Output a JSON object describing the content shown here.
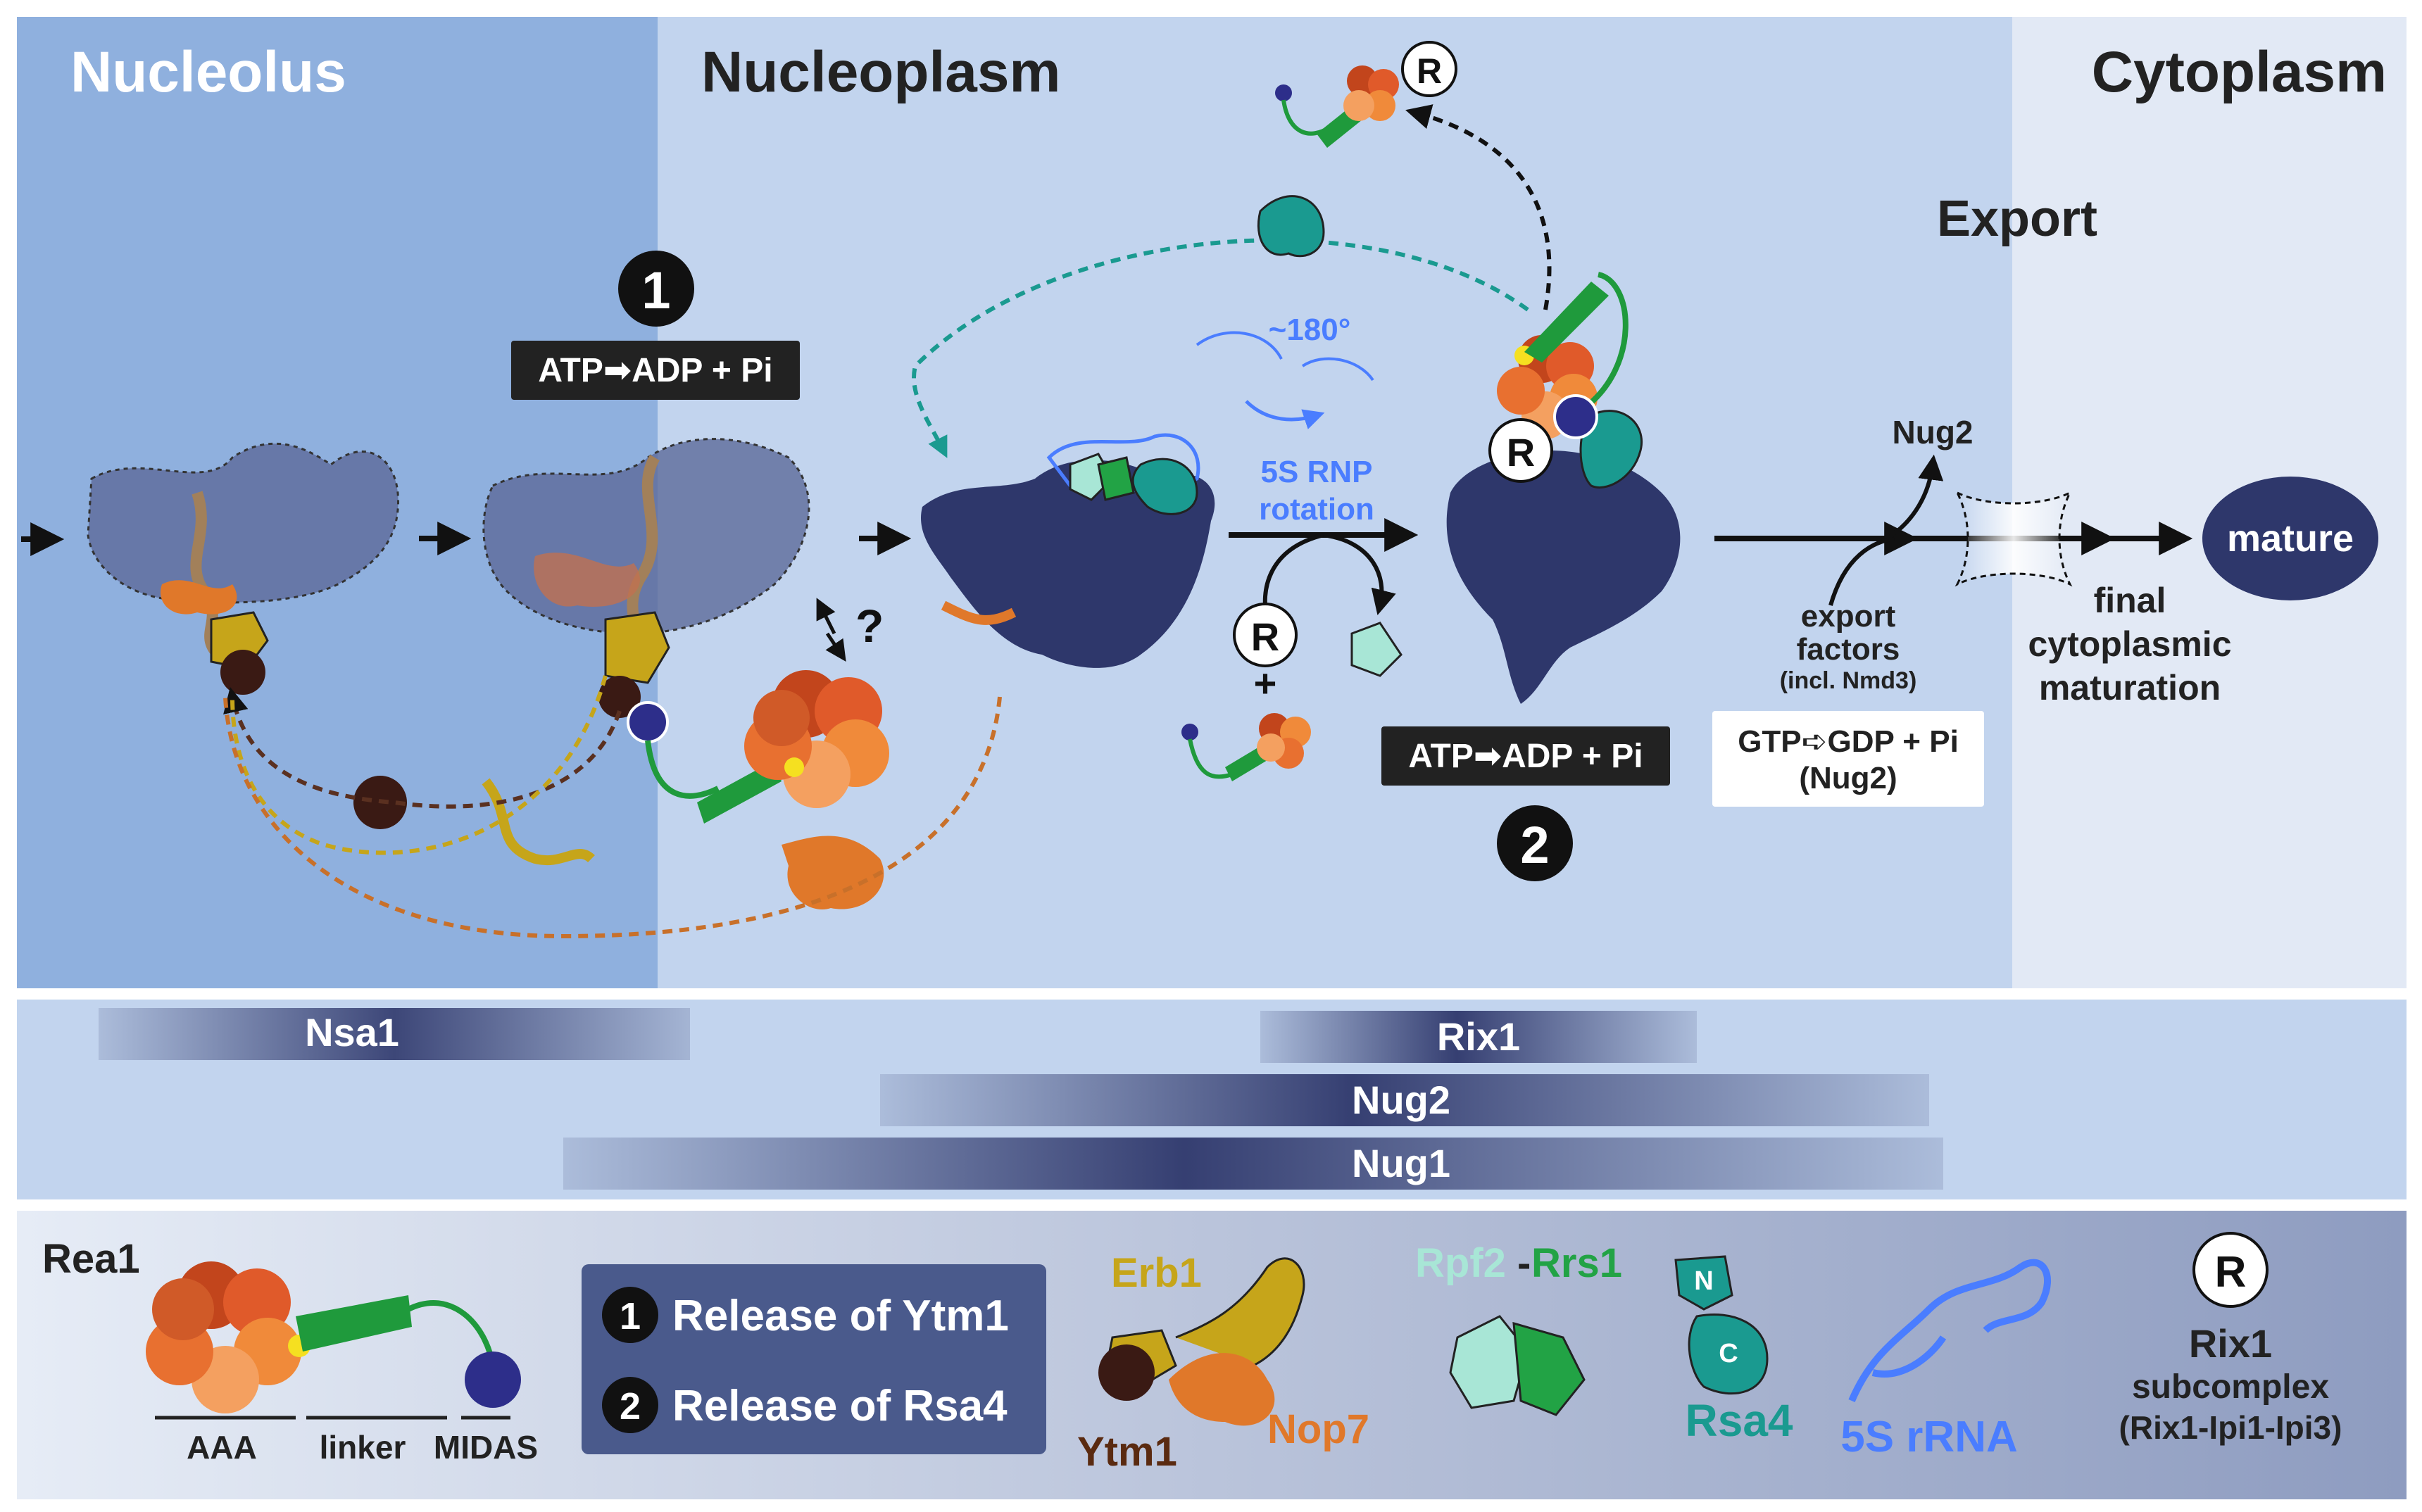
{
  "colors": {
    "nucleolus_bg": "#8fb0de",
    "nucleoplasm_bg": "#c2d4ee",
    "cytoplasm_bg": "#e2e9f5",
    "particle": "#2e376b",
    "particle_light": "#5c6a9a",
    "rea1_green": "#1f9a3c",
    "midas": "#2d2e8a",
    "ytm1": "#3a1a14",
    "erb1": "#c6a51a",
    "nop7": "#e0782a",
    "rsa4": "#1a9a90",
    "rpf2": "#a8e6d6",
    "rrs1": "#22a345",
    "rrna_blue": "#4a7dff",
    "release_box": "#4a5a8c",
    "dark_box": "#222222"
  },
  "regions": {
    "nucleolus": "Nucleolus",
    "nucleoplasm": "Nucleoplasm",
    "cytoplasm": "Cytoplasm",
    "export": "Export"
  },
  "steps": {
    "step1_number": "1",
    "step1_reaction": "ATP➡ADP + Pi",
    "step2_number": "2",
    "step2_reaction": "ATP➡ADP + Pi",
    "question": "?",
    "rotation_angle": "~180°",
    "rotation_line1": "5S RNP",
    "rotation_line2": "rotation",
    "r_symbol": "R",
    "plus": "+",
    "nug2_label": "Nug2",
    "export_factors": [
      "export",
      "factors"
    ],
    "export_factors_note": "(incl. Nmd3)",
    "gtp_line1": "GTP➪GDP + Pi",
    "gtp_line2": "(Nug2)",
    "final_maturation": [
      "final",
      "cytoplasmic",
      "maturation"
    ],
    "mature": "mature"
  },
  "timeline": {
    "nsa1": "Nsa1",
    "rix1": "Rix1",
    "nug2": "Nug2",
    "nug1": "Nug1"
  },
  "legend": {
    "rea1_title": "Rea1",
    "aaa": "AAA",
    "linker": "linker",
    "midas": "MIDAS",
    "release1_number": "1",
    "release1_text": "Release of Ytm1",
    "release2_number": "2",
    "release2_text": "Release of Rsa4",
    "erb1": "Erb1",
    "ytm1": "Ytm1",
    "nop7": "Nop7",
    "rpf2": "Rpf2",
    "dash": "-",
    "rrs1": "Rrs1",
    "rsa4_n": "N",
    "rsa4_c": "C",
    "rsa4": "Rsa4",
    "rrna_5s": "5S rRNA",
    "r_symbol": "R",
    "rix1": "Rix1",
    "subcomplex": "subcomplex",
    "subcomplex_members": "(Rix1-Ipi1-Ipi3)"
  }
}
